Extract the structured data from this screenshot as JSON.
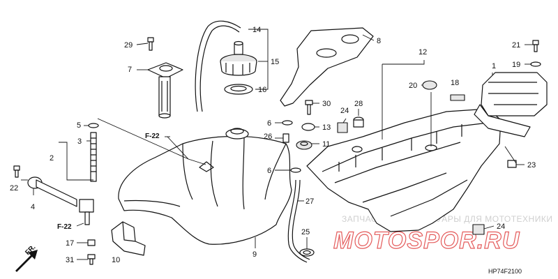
{
  "diagram": {
    "callouts": {
      "p1": "1",
      "p2": "2",
      "p3": "3",
      "p4": "4",
      "p5": "5",
      "p6a": "6",
      "p6b": "6",
      "p7": "7",
      "p8": "8",
      "p9": "9",
      "p10": "10",
      "p11": "11",
      "p12": "12",
      "p13": "13",
      "p14": "14",
      "p15": "15",
      "p16": "16",
      "p17": "17",
      "p18": "18",
      "p19": "19",
      "p20": "20",
      "p21": "21",
      "p22": "22",
      "p23": "23",
      "p24a": "24",
      "p24b": "24",
      "p25": "25",
      "p26": "26",
      "p27": "27",
      "p28": "28",
      "p29": "29",
      "p30": "30",
      "p31": "31"
    },
    "references": {
      "f22_top": "F-22",
      "f22_bottom": "F-22"
    },
    "direction_label": "FR.",
    "figure_code": "HP74F2100",
    "watermark": {
      "tagline": "ЗАПЧАСТИ И АКСЕССУАРЫ ДЛЯ МОТОТЕХНИКИ",
      "brand": "MOTOSPOR.RU"
    }
  }
}
